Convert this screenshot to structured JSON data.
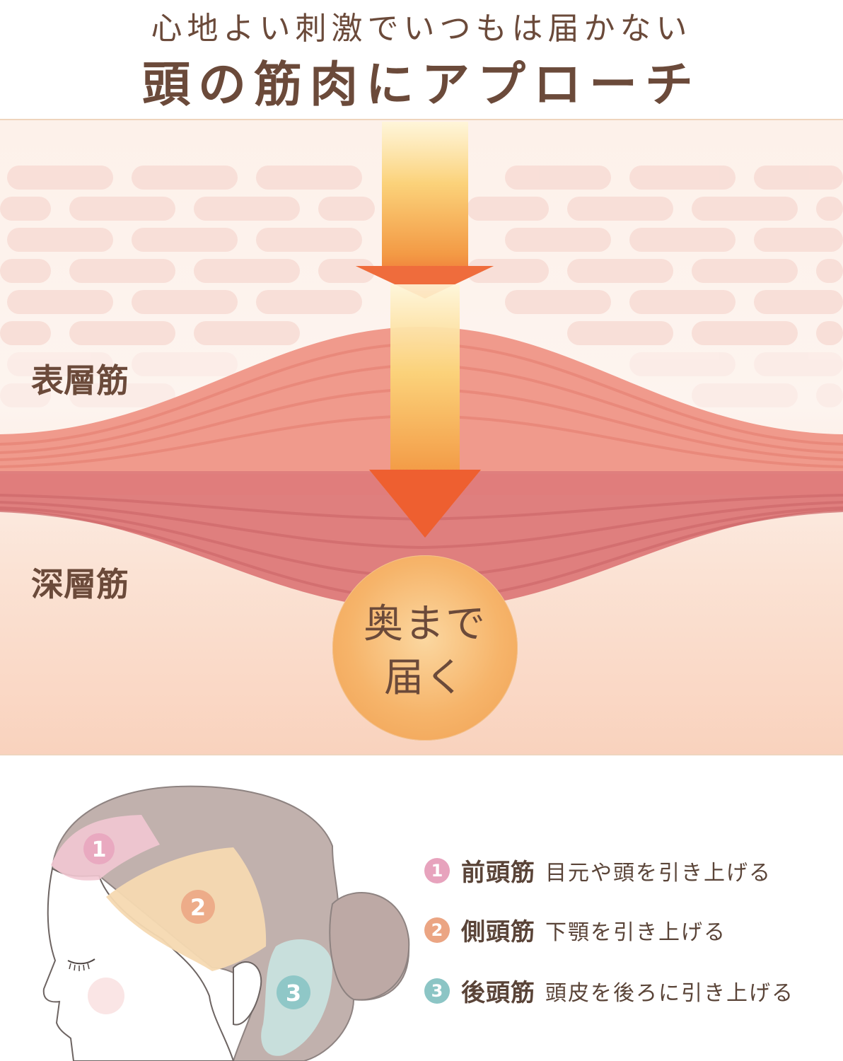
{
  "header": {
    "subtitle": "心地よい刺激でいつもは届かない",
    "title": "頭の筋肉にアプローチ"
  },
  "diagram": {
    "surface_label": "表層筋",
    "deep_label": "深層筋",
    "circle_line1": "奥まで",
    "circle_line2": "届く",
    "colors": {
      "surface_muscle": "#f09a8c",
      "deep_muscle": "#df7f7e",
      "arrow_top": "#fbd882",
      "arrow_bottom": "#ee5a2e",
      "circle": "#f6b46a"
    }
  },
  "head": {
    "legend": [
      {
        "number": "1",
        "name": "前頭筋",
        "description": "目元や頭を引き上げる",
        "color": "#e7a3bd"
      },
      {
        "number": "2",
        "name": "側頭筋",
        "description": "下顎を引き上げる",
        "color": "#eba583"
      },
      {
        "number": "3",
        "name": "後頭筋",
        "description": "頭皮を後ろに引き上げる",
        "color": "#8cc5c5"
      }
    ],
    "icons": [
      "head-profile-icon"
    ]
  }
}
